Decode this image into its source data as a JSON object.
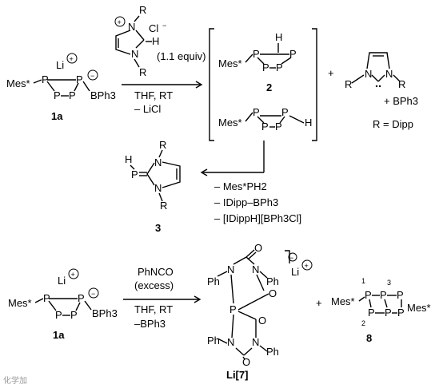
{
  "scheme1": {
    "reactant": {
      "counterion": "Li",
      "plus": "+",
      "minus": "−",
      "mes": "Mes*",
      "bph3": "BPh3",
      "P": "P",
      "label": "1a"
    },
    "reagent": {
      "N": "N",
      "R": "R",
      "H": "H",
      "cl": "Cl",
      "equiv": "(1.1 equiv)"
    },
    "conditions": [
      "THF, RT",
      "– LiCl"
    ],
    "intermediate": {
      "mes": "Mes*",
      "P": "P",
      "H": "H",
      "label": "2"
    },
    "byproducts": {
      "plus": "+",
      "R": "R",
      "N": "N",
      "bph3": "+ BPh3",
      "r_def": "R = Dipp"
    },
    "losses": [
      "– Mes*PH2",
      "– IDipp–BPh3",
      "– [IDippH][BPh3Cl]"
    ],
    "product": {
      "H": "H",
      "P": "P",
      "N": "N",
      "R": "R",
      "label": "3"
    }
  },
  "scheme2": {
    "reactant": {
      "counterion": "Li",
      "mes": "Mes*",
      "bph3": "BPh3",
      "P": "P",
      "label": "1a"
    },
    "reagents": [
      "PhNCO",
      "(excess)"
    ],
    "conditions": [
      "THF, RT",
      "–BPh3"
    ],
    "product": {
      "Ph": "Ph",
      "N": "N",
      "O": "O",
      "P": "P",
      "li": "Li",
      "label": "Li[7]"
    },
    "side_product": {
      "plus": "+",
      "mes": "Mes*",
      "P": "P",
      "n1": "1",
      "n2": "2",
      "n3": "3",
      "label": "8"
    }
  },
  "watermark": "化学加"
}
